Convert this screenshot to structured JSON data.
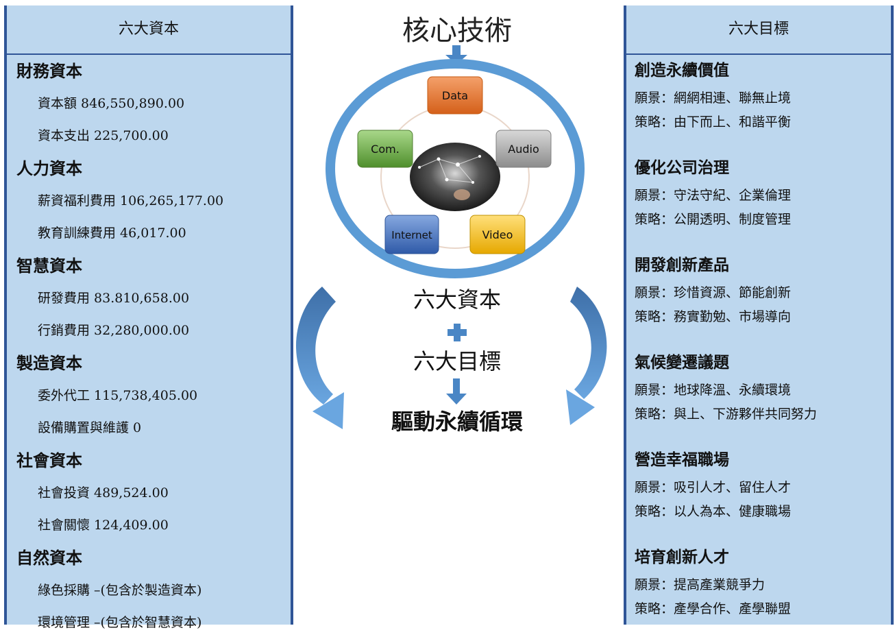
{
  "left": {
    "header": "六大資本",
    "groups": [
      {
        "title": "財務資本",
        "items": [
          "資本額 846,550,890.00",
          "資本支出 225,700.00"
        ]
      },
      {
        "title": "人力資本",
        "items": [
          "薪資福利費用 106,265,177.00",
          "教育訓練費用 46,017.00"
        ]
      },
      {
        "title": "智慧資本",
        "items": [
          "研發費用 83.810,658.00",
          "行銷費用 32,280,000.00"
        ]
      },
      {
        "title": "製造資本",
        "items": [
          "委外代工 115,738,405.00",
          "設備購置與維護 0"
        ]
      },
      {
        "title": "社會資本",
        "items": [
          "社會投資 489,524.00",
          "社會關懷 124,409.00"
        ]
      },
      {
        "title": "自然資本",
        "items": [
          "綠色採購 –(包含於製造資本)",
          "環境管理 –(包含於智慧資本)"
        ]
      }
    ]
  },
  "center": {
    "core_title": "核心技術",
    "nodes": {
      "data": "Data",
      "audio": "Audio",
      "video": "Video",
      "internet": "Internet",
      "com": "Com."
    },
    "capital_label": "六大資本",
    "plus": "+",
    "goal_label": "六大目標",
    "drive_label": "驅動永續循環"
  },
  "right": {
    "header": "六大目標",
    "goals": [
      {
        "title": "創造永續價值",
        "vision": "願景：網網相連、聯無止境",
        "strategy": "策略：由下而上、和諧平衡"
      },
      {
        "title": "優化公司治理",
        "vision": "願景：守法守紀、企業倫理",
        "strategy": "策略：公開透明、制度管理"
      },
      {
        "title": "開發創新產品",
        "vision": "願景：珍惜資源、節能創新",
        "strategy": "策略：務實勤勉、市場導向"
      },
      {
        "title": "氣候變遷議題",
        "vision": "願景：地球降溫、永續環境",
        "strategy": "策略：與上、下游夥伴共同努力"
      },
      {
        "title": "營造幸福職場",
        "vision": "願景：吸引人才、留住人才",
        "strategy": "策略：以人為本、健康職場"
      },
      {
        "title": "培育創新人才",
        "vision": "願景：提高產業競爭力",
        "strategy": "策略：產學合作、產學聯盟"
      }
    ]
  },
  "colors": {
    "panel_bg": "#bdd7ee",
    "panel_border": "#2f5597",
    "ring": "#5b9bd5",
    "arrow": "#4a86c5",
    "data_box": "#ed7d31",
    "audio_box": "#a5a5a5",
    "video_box": "#ffc000",
    "internet_box": "#4472c4",
    "com_box": "#70ad47"
  }
}
